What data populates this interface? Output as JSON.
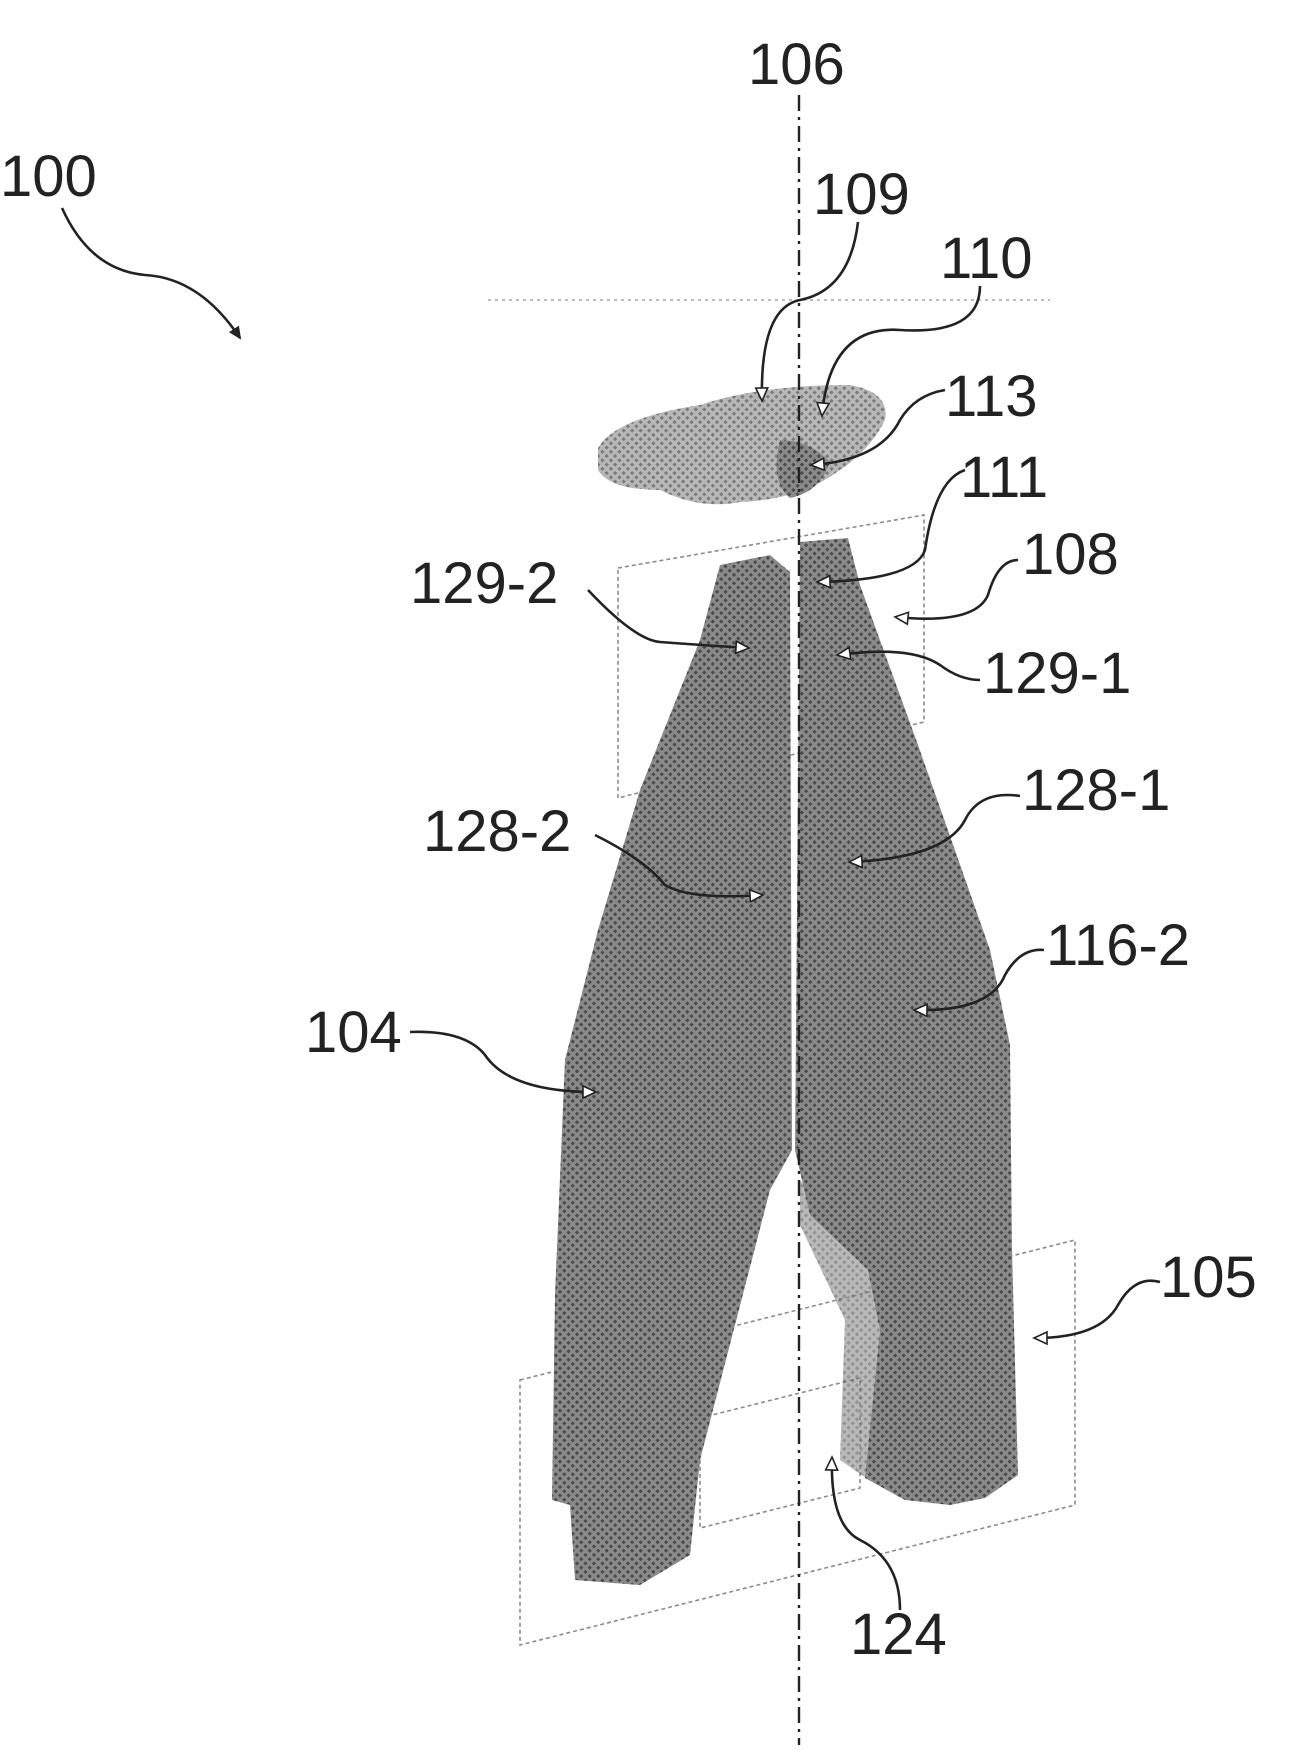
{
  "figure": {
    "labels": {
      "ref_100": "100",
      "ref_106": "106",
      "ref_109": "109",
      "ref_110": "110",
      "ref_113": "113",
      "ref_111": "111",
      "ref_108": "108",
      "ref_129_2": "129-2",
      "ref_129_1": "129-1",
      "ref_128_2": "128-2",
      "ref_128_1": "128-1",
      "ref_116_2": "116-2",
      "ref_104": "104",
      "ref_105": "105",
      "ref_124": "124"
    },
    "colors": {
      "ink": "#222222",
      "shade_dark": "#5a5a5a",
      "shade_mid": "#7a7a7a",
      "shade_light": "#9a9a9a",
      "plane": "#8c8c8c"
    }
  }
}
